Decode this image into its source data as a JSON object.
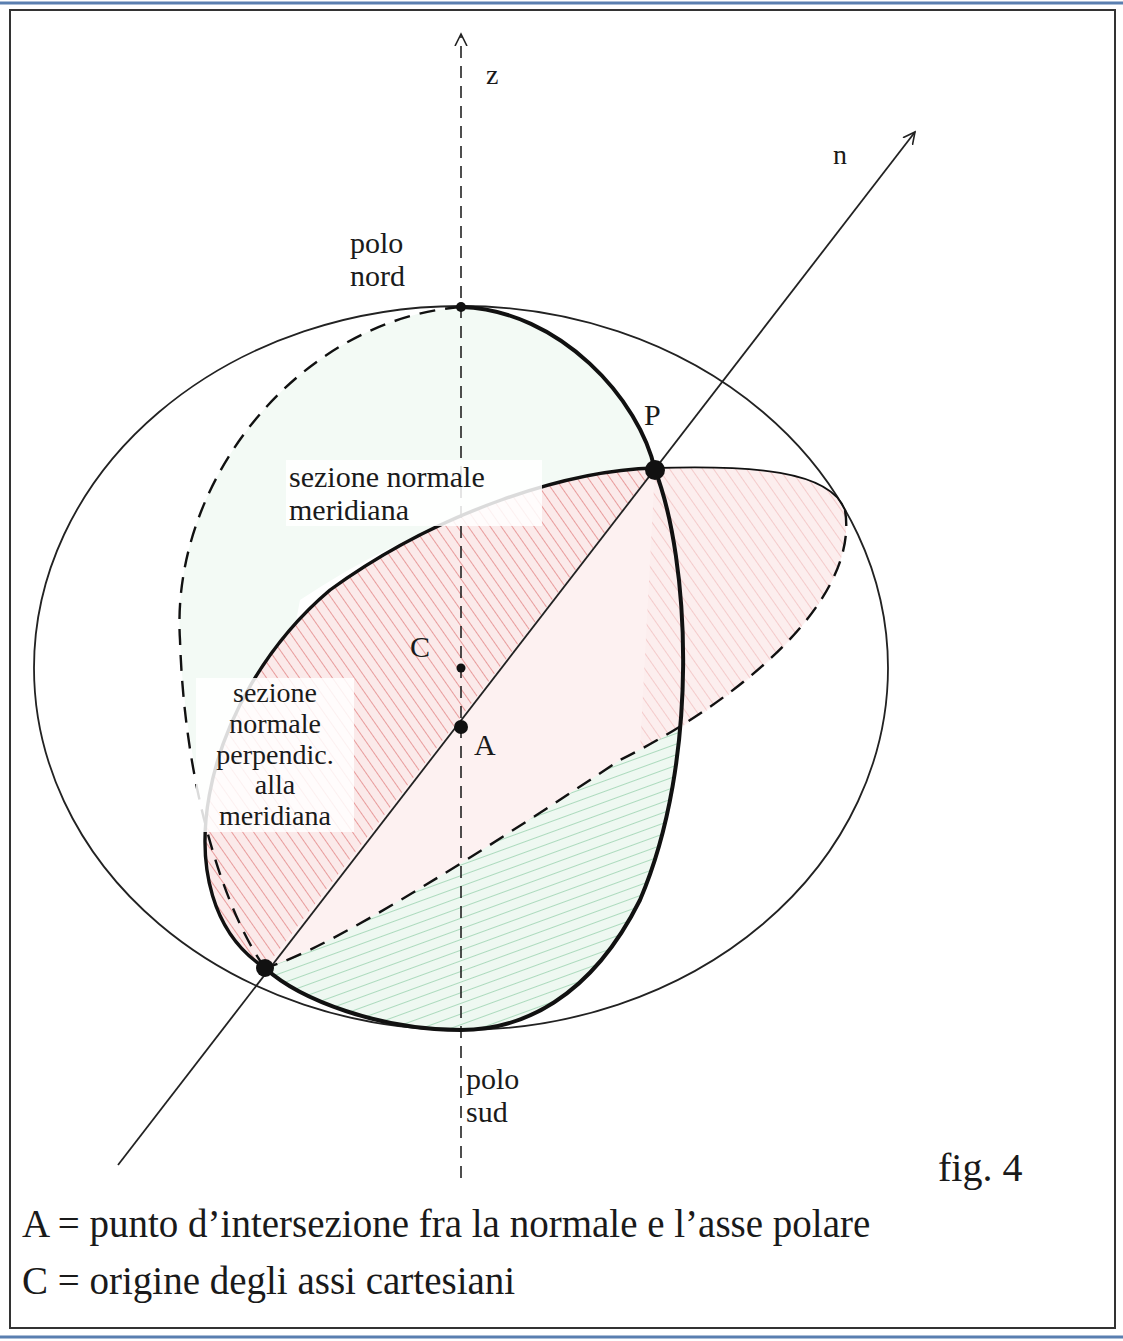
{
  "diagram": {
    "labels": [
      "z",
      "n",
      "polo nord",
      "P",
      "sezione normale meridiana",
      "C",
      "sezione normale perpendic. alla meridiana",
      "A",
      "polo sud",
      "fig. 4",
      "A = punto d’intersezione fra la normale e l’asse polare",
      "C = origine degli assi cartesiani"
    ]
  }
}
